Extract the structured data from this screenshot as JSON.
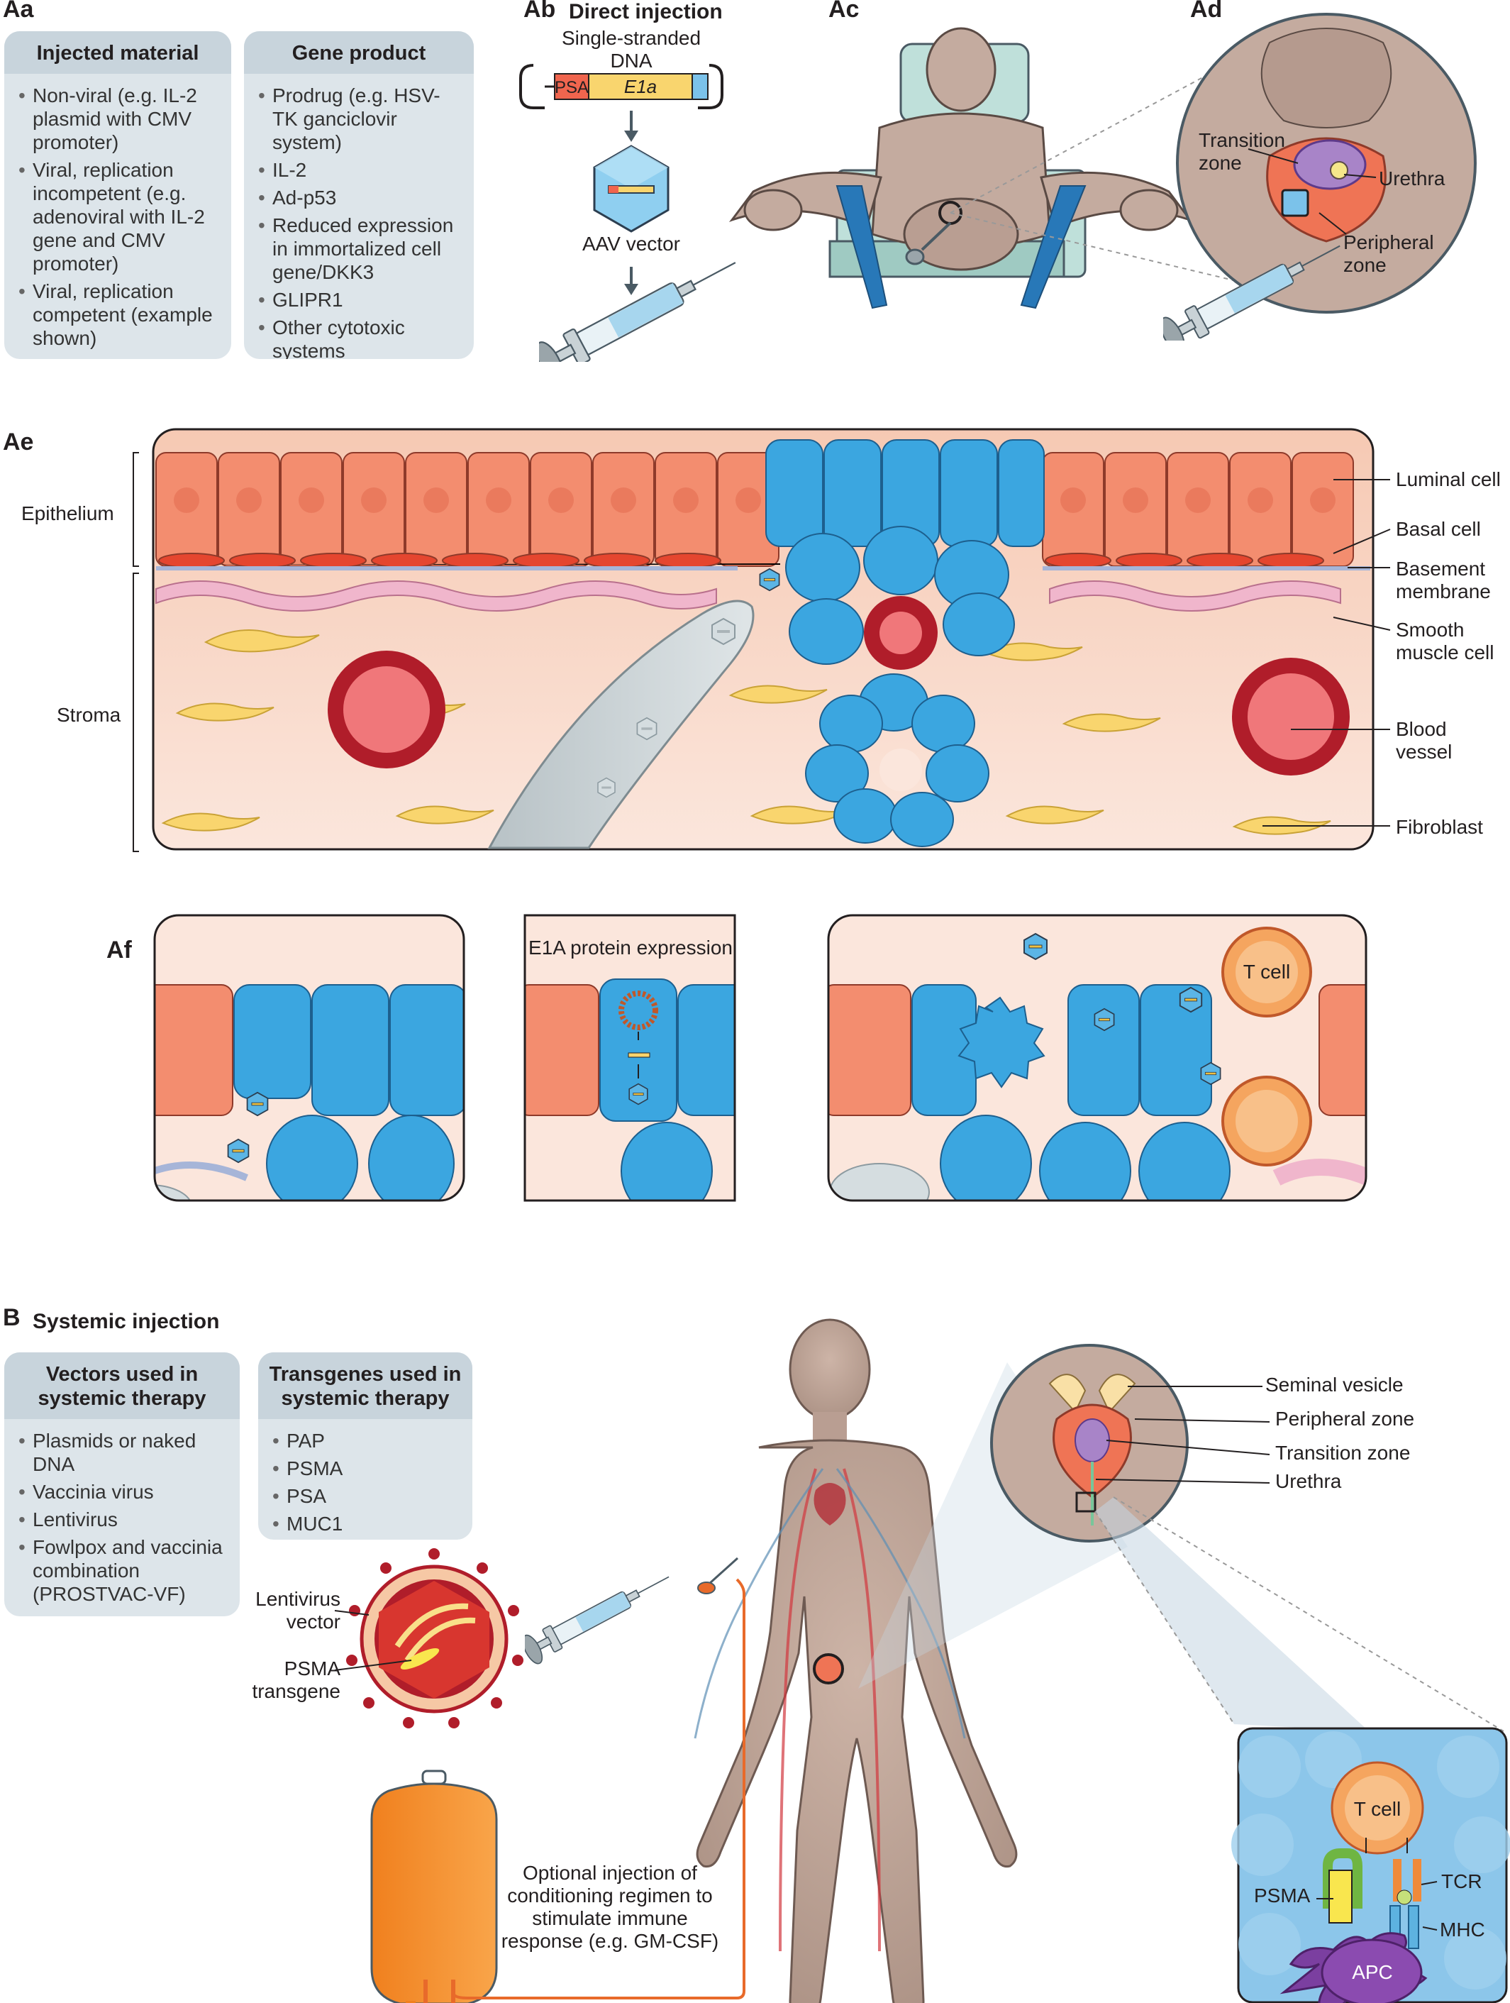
{
  "panel_labels": {
    "aa": "Aa",
    "ab": "Ab",
    "ac": "Ac",
    "ad": "Ad",
    "ae": "Ae",
    "af": "Af",
    "b": "B"
  },
  "ab_title": "Direct injection",
  "b_title": "Systemic injection",
  "injected_material": {
    "title": "Injected material",
    "items": [
      "Non-viral (e.g. IL-2 plasmid with CMV promoter)",
      "Viral, replication incompetent (e.g. adenoviral with IL-2 gene and CMV promoter)",
      "Viral, replication competent (example shown)"
    ]
  },
  "gene_product": {
    "title": "Gene product",
    "items": [
      "Prodrug (e.g. HSV-TK ganciclovir system)",
      "IL-2",
      "Ad-p53",
      "Reduced expression in immortalized cell gene/DKK3",
      "GLIPR1",
      "Other cytotoxic systems"
    ]
  },
  "ab": {
    "dna_label": "Single-stranded DNA",
    "psa": "PSA",
    "e1a": "E1a",
    "aav": "AAV vector"
  },
  "ad": {
    "transition": "Transition zone",
    "urethra": "Urethra",
    "peripheral": "Peripheral zone"
  },
  "ae": {
    "epithelium": "Epithelium",
    "stroma": "Stroma",
    "luminal": "Luminal cell",
    "basal": "Basal cell",
    "basement": "Basement membrane",
    "smooth": "Smooth muscle cell",
    "blood": "Blood vessel",
    "fibroblast": "Fibroblast"
  },
  "af": {
    "e1a_expr": "E1A protein expression",
    "tcell": "T cell"
  },
  "vectors": {
    "title": "Vectors used in systemic therapy",
    "items": [
      "Plasmids or naked DNA",
      "Vaccinia virus",
      "Lentivirus",
      "Fowlpox and vaccinia combination (PROSTVAC-VF)"
    ]
  },
  "transgenes": {
    "title": "Transgenes used in systemic therapy",
    "items": [
      "PAP",
      "PSMA",
      "PSA",
      "MUC1"
    ]
  },
  "b": {
    "lenti": "Lentivirus vector",
    "psma_tg": "PSMA transgene",
    "seminal": "Seminal vesicle",
    "peripheral": "Peripheral zone",
    "transition": "Transition zone",
    "urethra": "Urethra",
    "tcell": "T cell",
    "tcr": "TCR",
    "psma": "PSMA",
    "mhc": "MHC",
    "apc": "APC",
    "optional": "Optional injection of conditioning regimen to stimulate immune response (e.g. GM-CSF)"
  }
}
